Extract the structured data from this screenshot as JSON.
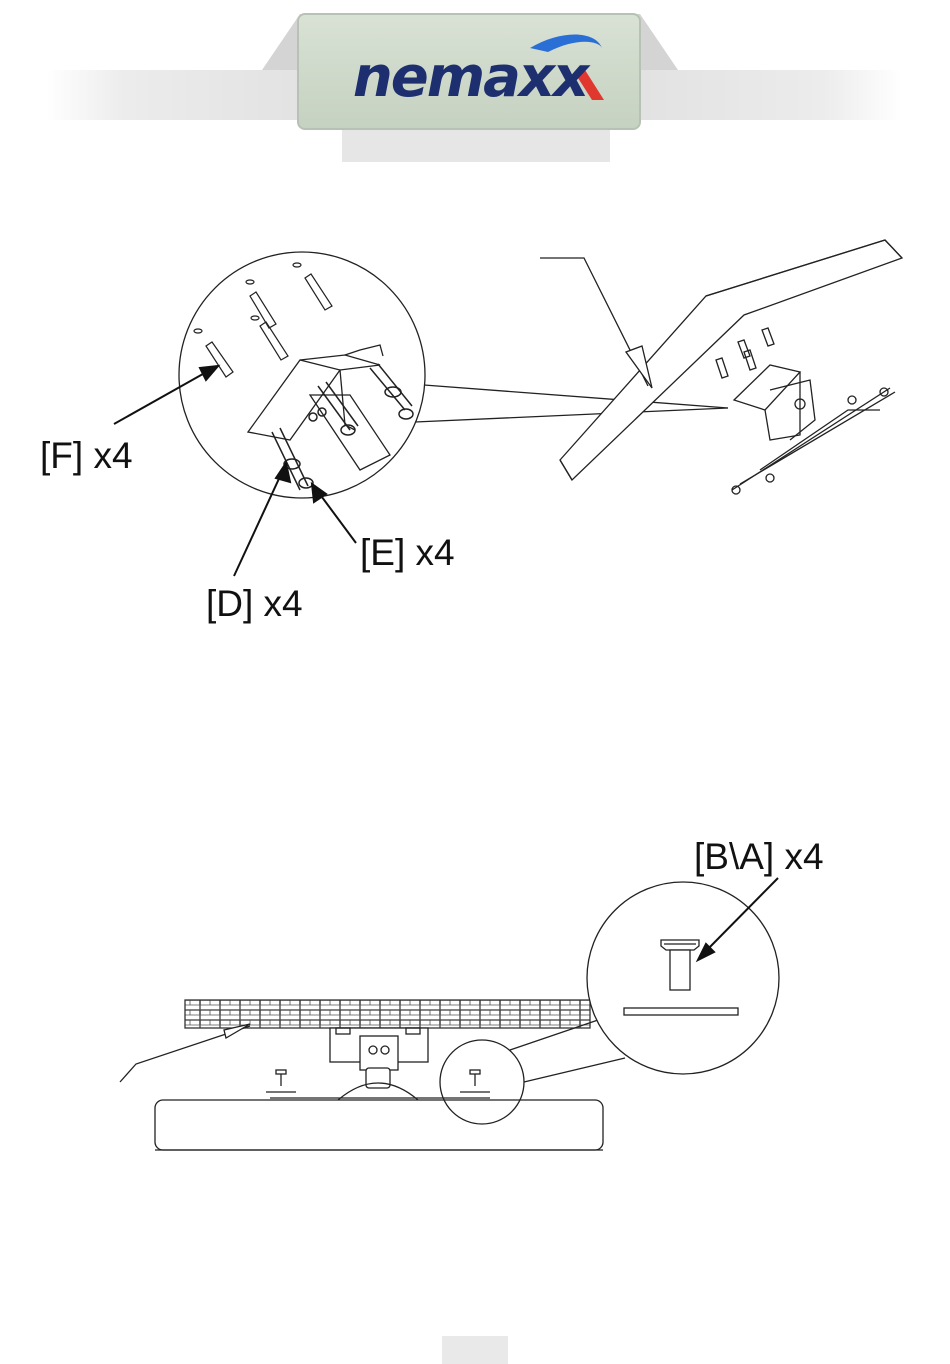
{
  "header": {
    "brand": "nemaxx",
    "colors": {
      "brand_blue": "#1d2f6f",
      "accent_red": "#e0382e",
      "accent_blue": "#2a6fd6",
      "banner_bg": "#cfd9cb"
    }
  },
  "step1": {
    "labels": {
      "f": "[F] x4",
      "e": "[E] x4",
      "d": "[D] x4"
    }
  },
  "step2": {
    "labels": {
      "ba": "[B\\A] x4"
    }
  },
  "footer": {
    "page_number": ""
  }
}
